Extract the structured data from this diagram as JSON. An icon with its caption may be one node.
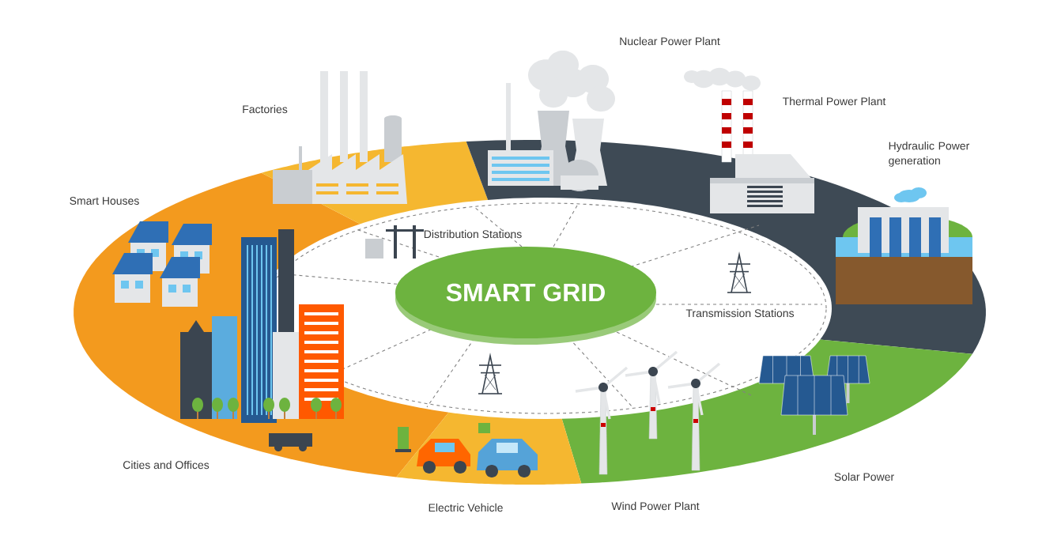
{
  "diagram": {
    "nodes": [
      {
        "text": [
          "SMART GRID"
        ]
      }
    ],
    "edges": [],
    "labels": [
      "Nuclear Power Plant",
      "Factories",
      "Thermal Power Plant",
      "Hydraulic Power generation",
      "Smart Houses",
      "Distribution Stations",
      "Transmission Stations",
      "Cities and Offices",
      "Solar Power",
      "Electric Vehicle",
      "Wind Power Plant"
    ]
  }
}
